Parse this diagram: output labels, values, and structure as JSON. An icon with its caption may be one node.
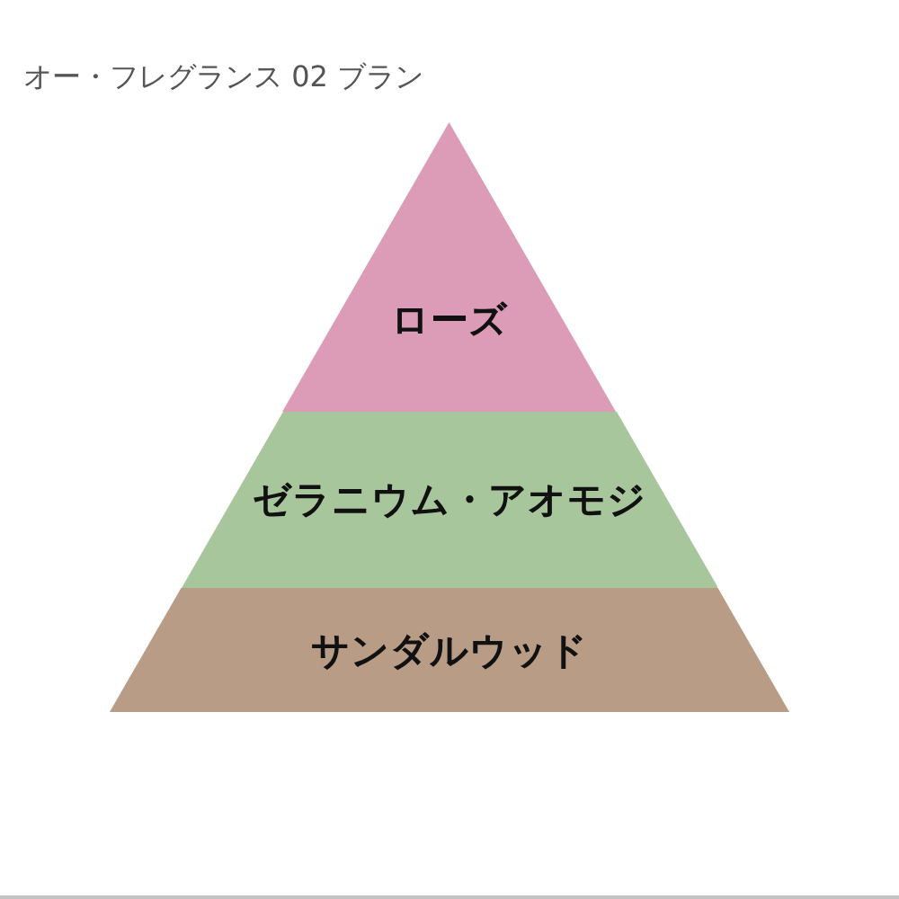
{
  "diagram": {
    "title": "オー・フレグランス 02 ブラン",
    "nodes": [
      {
        "text": [
          "ローズ"
        ]
      },
      {
        "text": [
          "ゼラニウム・アオモジ"
        ]
      },
      {
        "text": [
          "サンダルウッド"
        ]
      }
    ]
  }
}
